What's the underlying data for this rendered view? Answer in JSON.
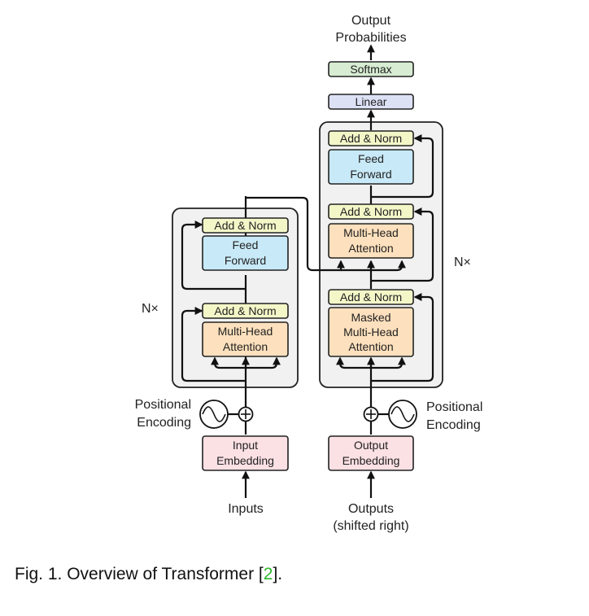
{
  "diagram": {
    "output_probabilities": [
      "Output",
      "Probabilities"
    ],
    "softmax": "Softmax",
    "linear": "Linear",
    "add_norm": "Add & Norm",
    "feed_forward": [
      "Feed",
      "Forward"
    ],
    "multi_head_attention": [
      "Multi-Head",
      "Attention"
    ],
    "masked_multi_head_attention": [
      "Masked",
      "Multi-Head",
      "Attention"
    ],
    "input_embedding": [
      "Input",
      "Embedding"
    ],
    "output_embedding": [
      "Output",
      "Embedding"
    ],
    "positional_encoding": [
      "Positional",
      "Encoding"
    ],
    "repeat": "N×",
    "inputs": "Inputs",
    "outputs": [
      "Outputs",
      "(shifted right)"
    ]
  },
  "colors": {
    "add_norm": "#f3f7c8",
    "feed_forward": "#c8e9f7",
    "attention": "#fde0bd",
    "embedding": "#fbe0e4",
    "softmax": "#d7ecd2",
    "linear": "#dde1f5",
    "stack_bg": "#f1f1f1"
  },
  "caption": {
    "prefix": "Fig. 1. Overview of Transformer [",
    "ref": "2",
    "suffix": "]."
  }
}
